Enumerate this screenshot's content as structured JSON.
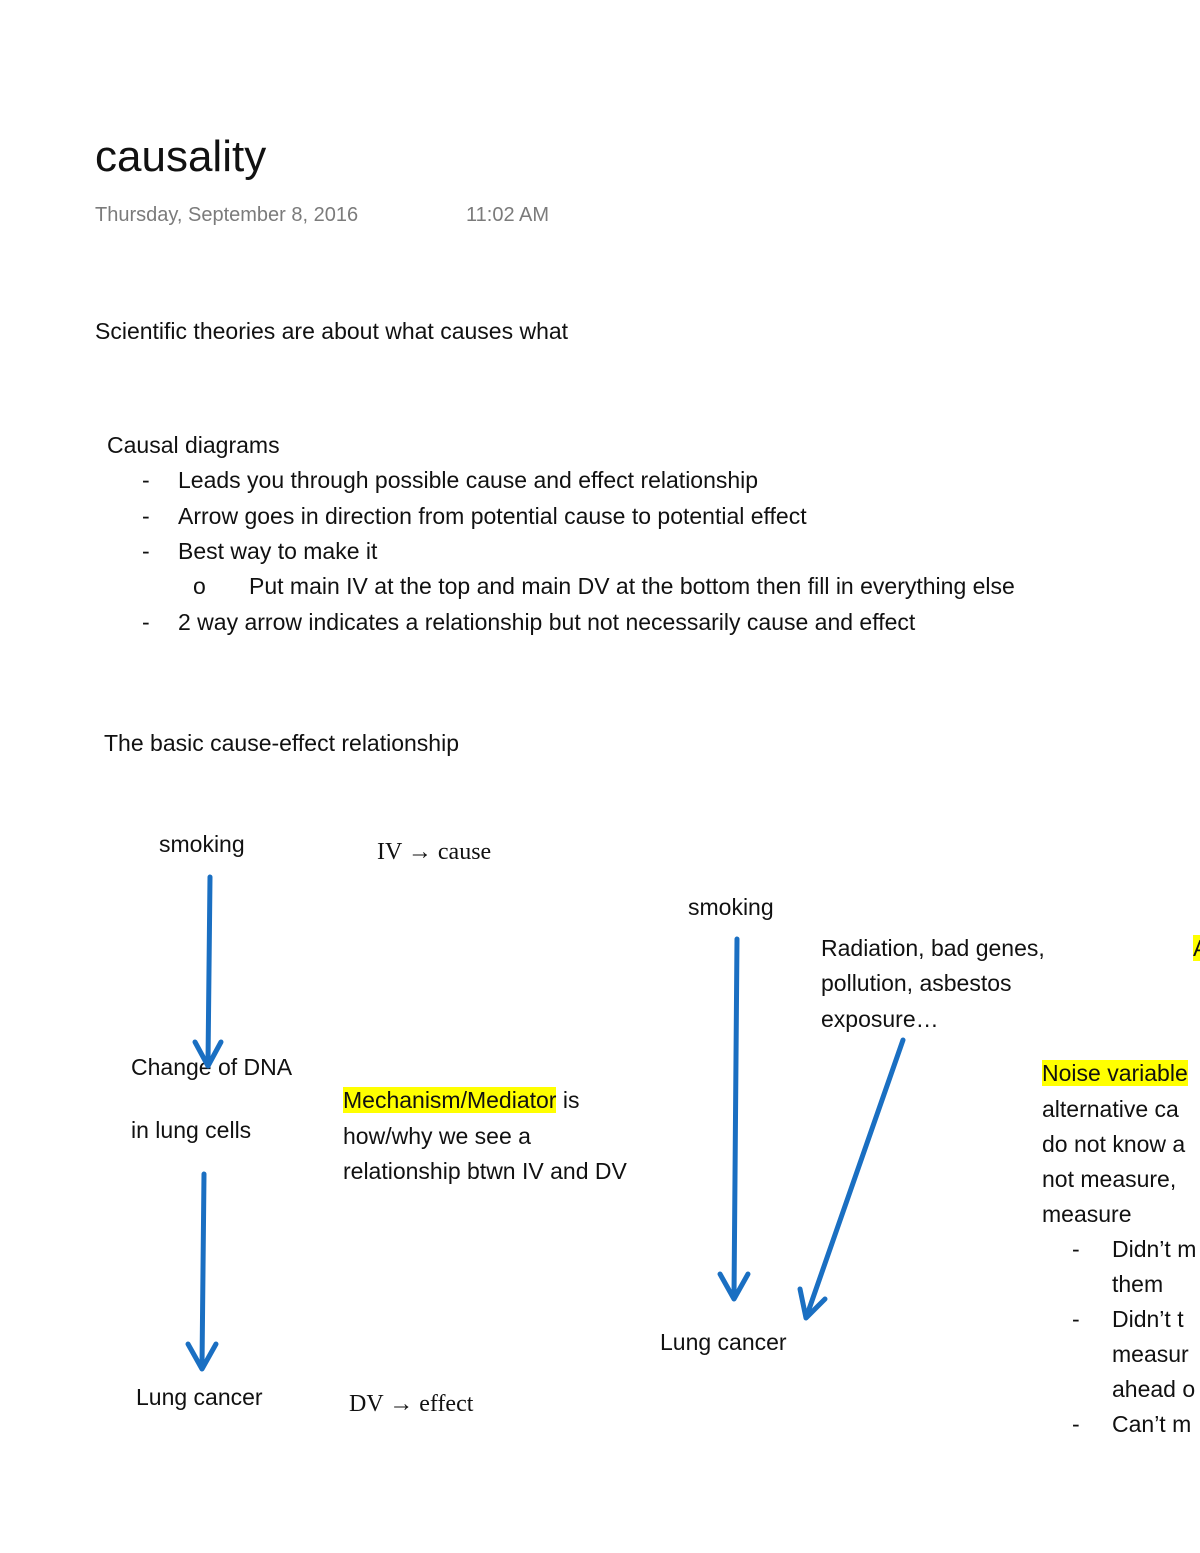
{
  "page": {
    "title": "causality",
    "date": "Thursday, September  8, 2016",
    "time": "11:02 AM"
  },
  "intro": "Scientific theories are about what causes what",
  "causal_diagrams": {
    "heading": "Causal diagrams",
    "bullets": [
      "Leads you through possible cause and effect relationship",
      "Arrow goes in direction from potential cause to potential effect",
      "Best way to make it",
      "2 way arrow indicates a relationship but not necessarily cause and effect"
    ],
    "sub_bullet": "Put main  IV at the top and main DV at the bottom then fill in everything else",
    "dash": "-",
    "sub_marker": "o"
  },
  "basic_heading": "The basic cause-effect relationship",
  "diagram1": {
    "top": "smoking",
    "middle_line1": "Change of DNA",
    "middle_line2": "in lung cells",
    "bottom": "Lung cancer",
    "iv_label": "IV → cause",
    "dv_label": "DV → effect",
    "mediator_highlight": "Mechanism/Mediator",
    "mediator_rest": " is",
    "mediator_line2": "how/why we see a",
    "mediator_line3": "relationship btwn IV and DV"
  },
  "diagram2": {
    "top": "smoking",
    "bottom": "Lung cancer",
    "alt_line1": "Radiation, bad genes,",
    "alt_line2": "pollution, asbestos",
    "alt_line3": "exposure…"
  },
  "noise": {
    "highlight": "Noise variable",
    "line2": "alternative ca",
    "line3": "do not know a",
    "line4": "not measure,",
    "line5": "measure",
    "b1_line1": "Didn’t m",
    "b1_line2": "them",
    "b2_line1": "Didn’t t",
    "b2_line2": "measur",
    "b2_line3": "ahead o",
    "b3_line1": "Can’t m",
    "cut_letter": "A"
  },
  "colors": {
    "arrow": "#1a6fc2",
    "highlight": "#ffff00",
    "meta_text": "#7b7b7b"
  }
}
